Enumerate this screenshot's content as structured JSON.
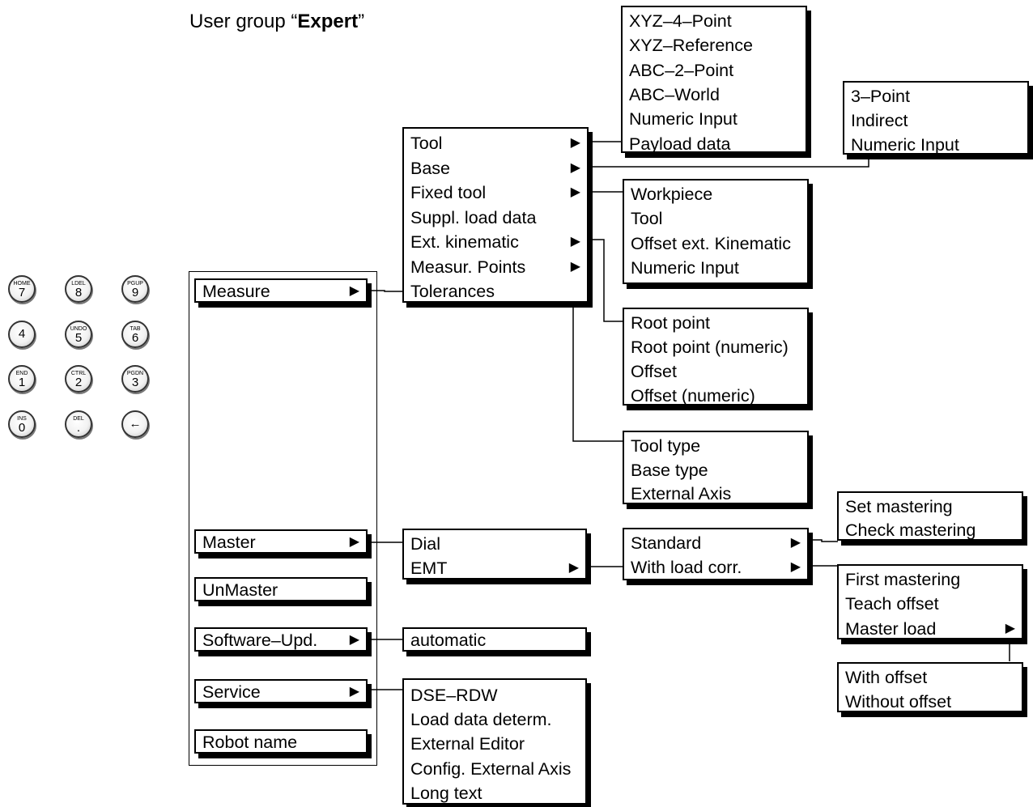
{
  "title": {
    "prefix": "User group “",
    "bold": "Expert",
    "suffix": "”"
  },
  "keypad": [
    {
      "top": "HOME",
      "main": "7"
    },
    {
      "top": "LDEL",
      "main": "8"
    },
    {
      "top": "PGUP",
      "main": "9"
    },
    {
      "top": "",
      "main": "4"
    },
    {
      "top": "UNDO",
      "main": "5"
    },
    {
      "top": "TAB",
      "main": "6"
    },
    {
      "top": "END",
      "main": "1"
    },
    {
      "top": "CTRL",
      "main": "2"
    },
    {
      "top": "PGDN",
      "main": "3"
    },
    {
      "top": "INS",
      "main": "0"
    },
    {
      "top": "DEL",
      "main": "."
    },
    {
      "top": "",
      "main": "←"
    }
  ],
  "arrow_glyph": "▶",
  "main_menu": {
    "measure": "Measure",
    "master": "Master",
    "unmaster": "UnMaster",
    "software_upd": "Software–Upd.",
    "service": "Service",
    "robot_name": "Robot name"
  },
  "measure_menu": [
    "Tool",
    "Base",
    "Fixed tool",
    "Suppl. load data",
    "Ext. kinematic",
    "Measur. Points",
    "Tolerances"
  ],
  "tool_menu": [
    "XYZ–4–Point",
    "XYZ–Reference",
    "ABC–2–Point",
    "ABC–World",
    "Numeric Input",
    "Payload data"
  ],
  "base_menu": [
    "3–Point",
    "Indirect",
    "Numeric Input"
  ],
  "fixed_tool_menu": [
    "Workpiece",
    "Tool",
    "Offset ext. Kinematic",
    "Numeric Input"
  ],
  "ext_kinematic_menu": [
    "Root point",
    "Root point (numeric)",
    "Offset",
    "Offset (numeric)"
  ],
  "measur_points_menu": [
    "Tool type",
    "Base type",
    "External Axis"
  ],
  "master_menu": [
    "Dial",
    "EMT"
  ],
  "emt_menu": [
    "Standard",
    "With load corr."
  ],
  "standard_menu": [
    "Set mastering",
    "Check mastering"
  ],
  "load_corr_menu": [
    "First mastering",
    "Teach offset",
    "Master load"
  ],
  "master_load_menu": [
    "With offset",
    "Without offset"
  ],
  "software_menu": [
    "automatic"
  ],
  "service_menu": [
    "DSE–RDW",
    "Load data determ.",
    "External Editor",
    "Config. External Axis",
    "Long text"
  ]
}
